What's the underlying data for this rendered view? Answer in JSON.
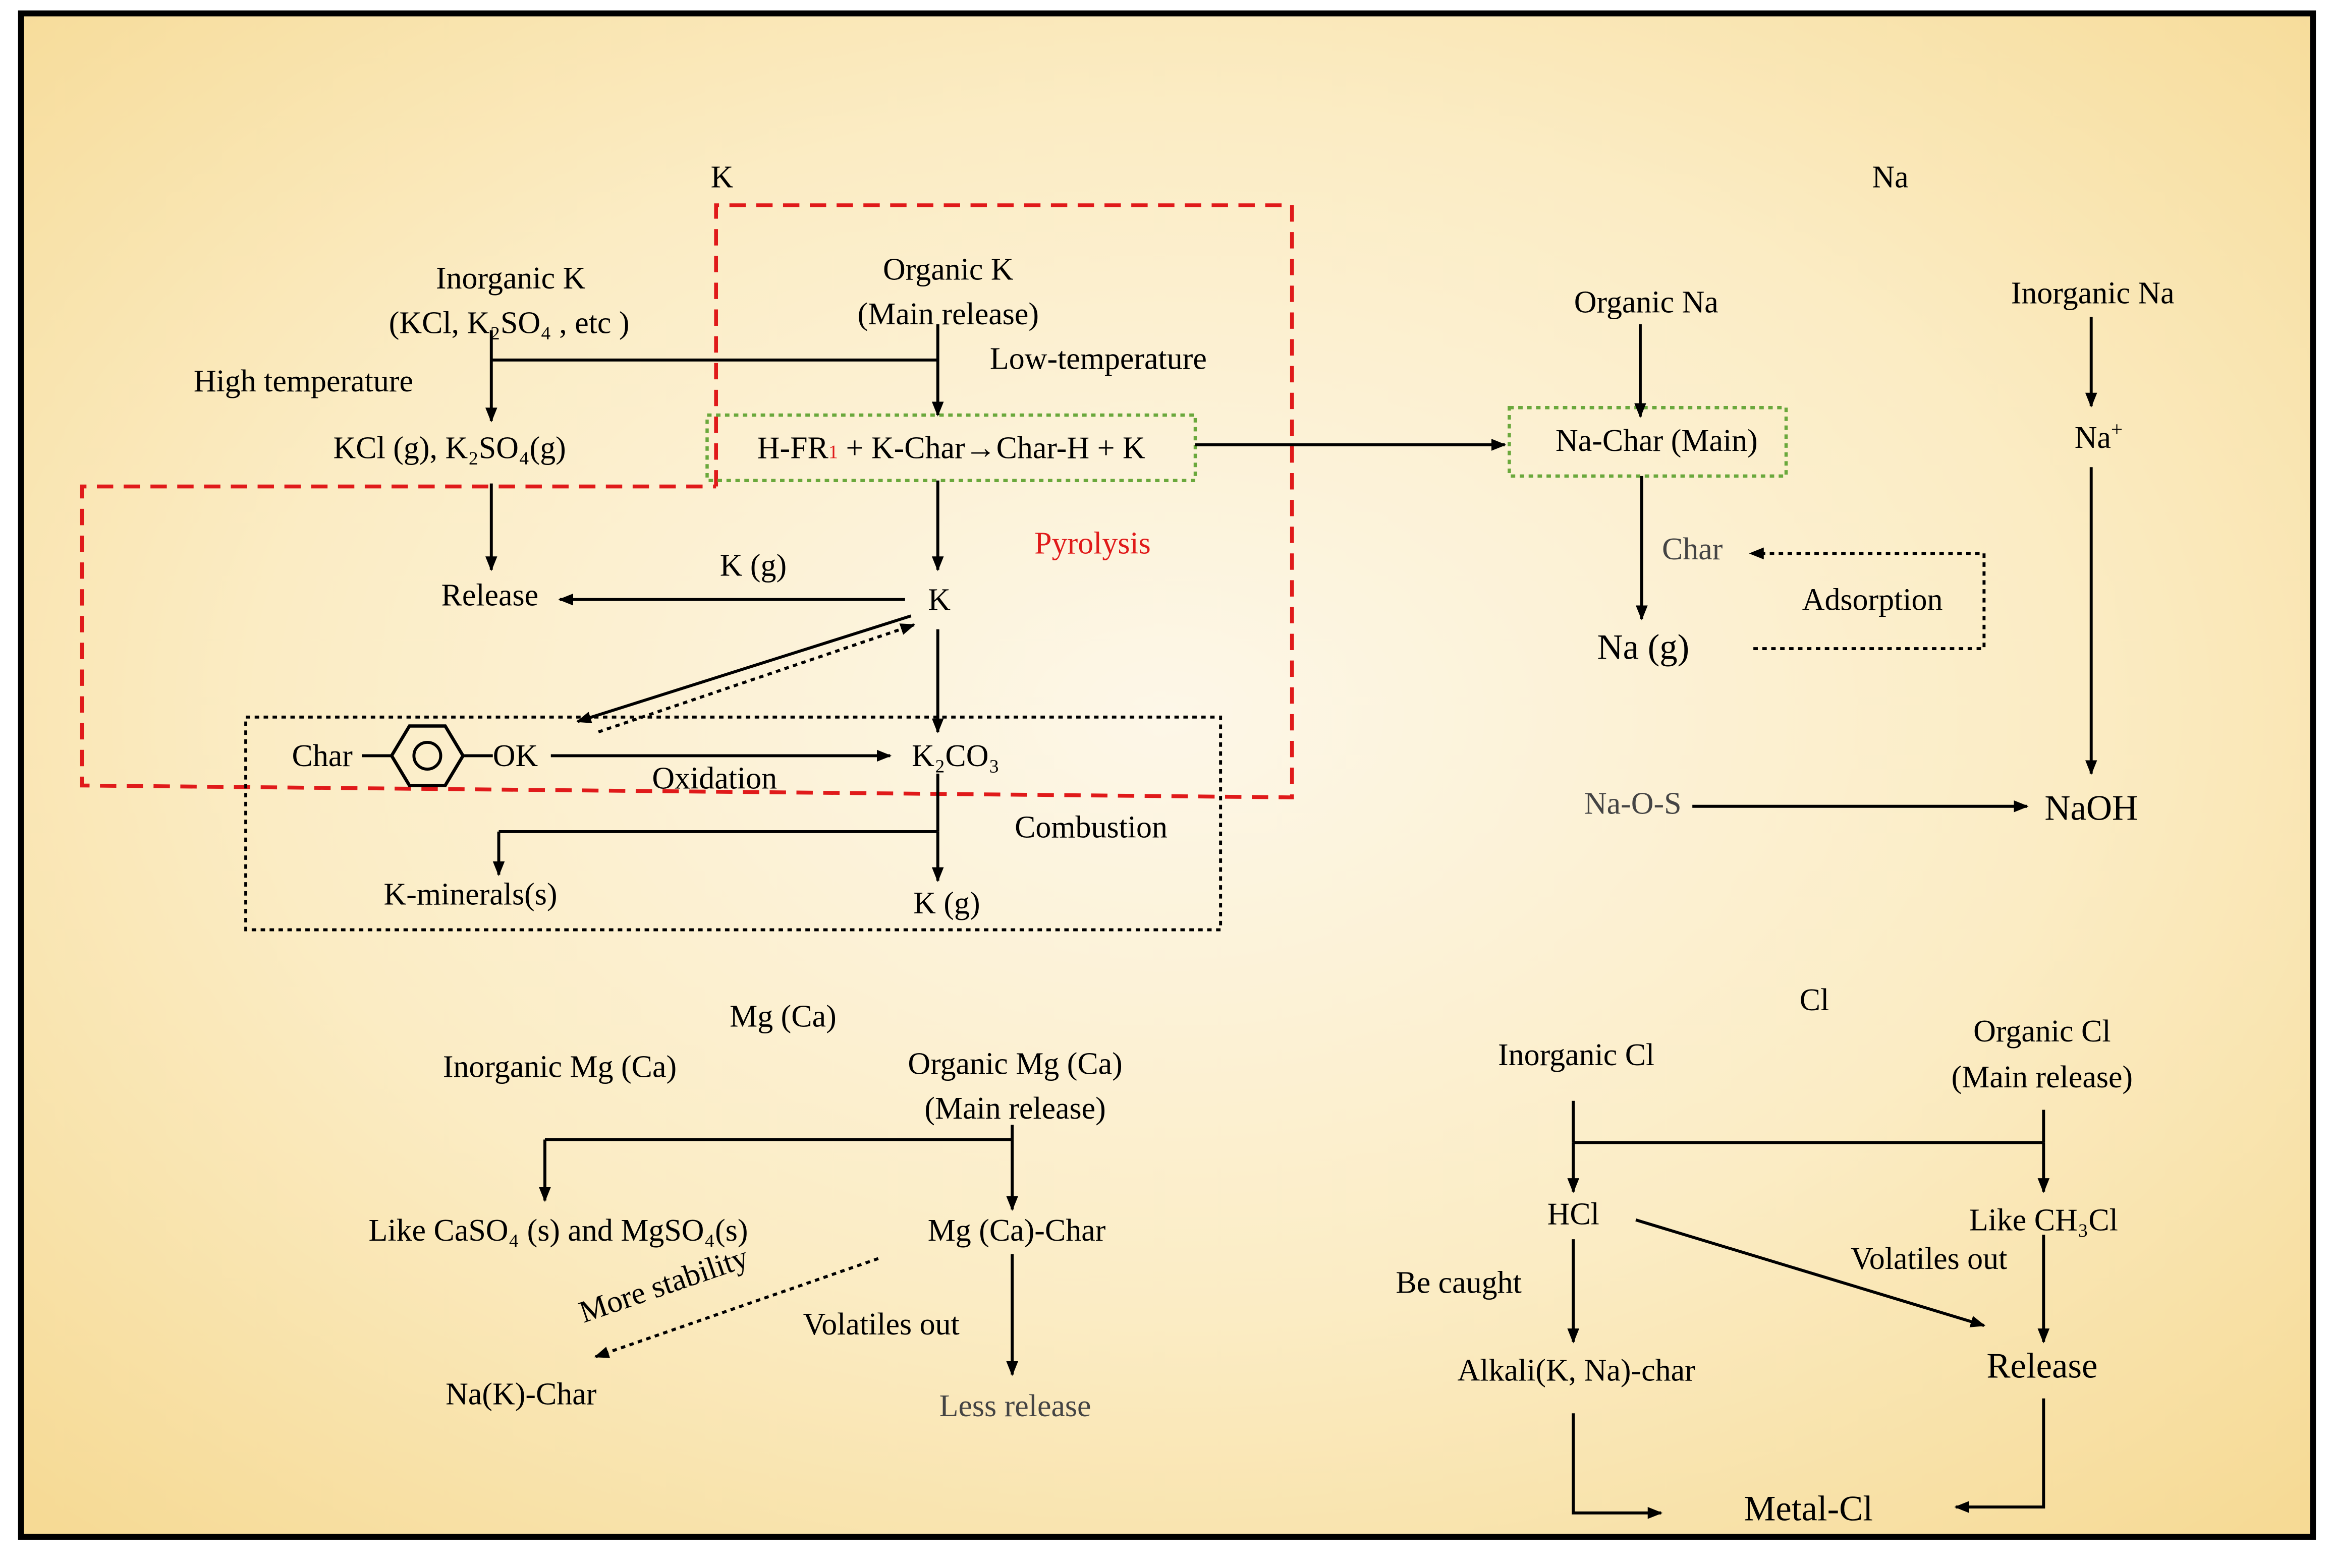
{
  "colors": {
    "background_center": "#fdf7e8",
    "background_edge": "#f7de9c",
    "pyrolysis_box": "#e01a1a",
    "char_box": "#6aa83c",
    "line": "#000000",
    "grey_text": "#444444"
  },
  "k_section": {
    "title": "K",
    "inorganic_k": "Inorganic K",
    "inorganic_k_detail": "(KCl, K₂SO₄ , etc )",
    "organic_k": "Organic K",
    "organic_k_detail": "(Main release)",
    "high_temperature": "High temperature",
    "low_temperature": "Low-temperature",
    "kcl_gas": "KCl (g), K₂SO₄(g)",
    "reaction_prefix": "H-FR",
    "reaction_subscript": "1",
    "reaction_suffix": " + K-Char→Char-H + K",
    "pyrolysis": "Pyrolysis",
    "release": "Release",
    "k_gas_label": "K (g)",
    "k_node": "K",
    "char_label": "Char",
    "ok_label": "OK",
    "oxidation": "Oxidation",
    "k2co3": "K₂CO₃",
    "combustion": "Combustion",
    "k_minerals": "K-minerals(s)",
    "k_gas_final": "K (g)"
  },
  "na_section": {
    "title": "Na",
    "organic_na": "Organic Na",
    "inorganic_na": "Inorganic Na",
    "na_char": "Na-Char (Main)",
    "na_ion": "Na",
    "na_ion_sup": "+",
    "char": "Char",
    "adsorption": "Adsorption",
    "na_gas": "Na (g)",
    "na_o_s": "Na-O-S",
    "naoh": "NaOH"
  },
  "mg_section": {
    "title": "Mg (Ca)",
    "inorganic_mg": "Inorganic Mg (Ca)",
    "organic_mg": "Organic Mg (Ca)",
    "organic_mg_detail": "(Main release)",
    "sulfates": "Like CaSO₄ (s) and MgSO₄(s)",
    "mg_char": "Mg (Ca)-Char",
    "more_stability": "More stability",
    "volatiles_out": "Volatiles out",
    "na_k_char": "Na(K)-Char",
    "less_release": "Less release"
  },
  "cl_section": {
    "title": "Cl",
    "inorganic_cl": "Inorganic Cl",
    "organic_cl": "Organic Cl",
    "organic_cl_detail": "(Main release)",
    "hcl": "HCl",
    "ch3cl": "Like CH₃Cl",
    "volatiles_out": "Volatiles out",
    "be_caught": "Be caught",
    "alkali_char": "Alkali(K, Na)-char",
    "release": "Release",
    "metal_cl": "Metal-Cl"
  }
}
